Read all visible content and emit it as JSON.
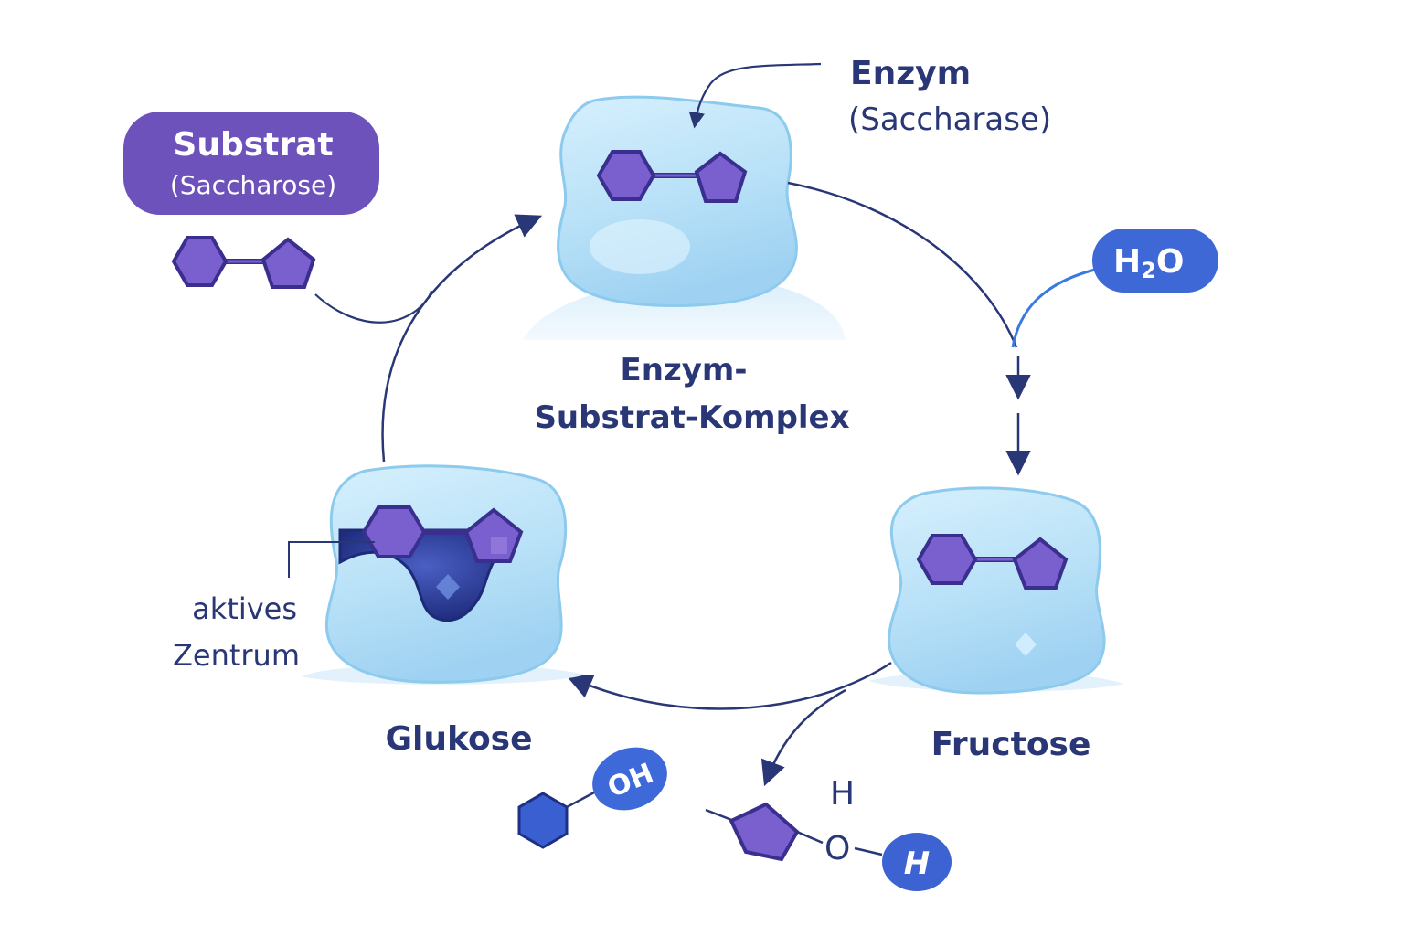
{
  "colors": {
    "dark_blue": "#2a3777",
    "enzyme_fill": "#bfe6fa",
    "enzyme_stroke": "#86c6ec",
    "molecule_fill": "#7a5fcf",
    "molecule_stroke": "#3a2f8f",
    "substrate_pill": "#6d52bc",
    "water_pill": "#3d68d6",
    "water_arrow": "#3a7ae0"
  },
  "labels": {
    "substrate_title": "Substrat",
    "substrate_sub": "(Saccharose)",
    "enzyme_title": "Enzym",
    "enzyme_sub": "(Saccharase)",
    "complex_line1": "Enzym-",
    "complex_line2": "Substrat-Komplex",
    "water_h": "H",
    "water_sub2": "2",
    "water_o": "O",
    "active_site_line1": "aktives",
    "active_site_line2": "Zentrum",
    "glucose": "Glukose",
    "fructose": "Fructose",
    "oh_badge": "OH",
    "h_top": "H",
    "o_text": "O",
    "h_badge": "H"
  }
}
